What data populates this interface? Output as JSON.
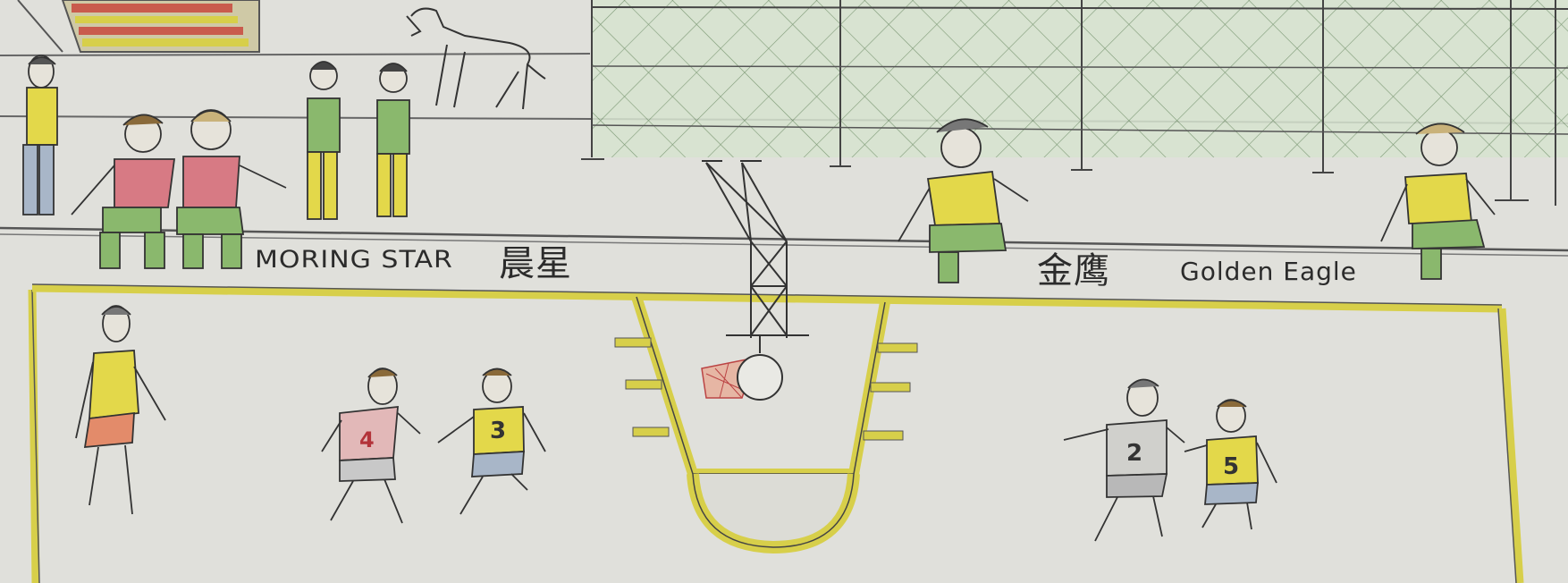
{
  "teams": {
    "home": {
      "name_en": "MORING STAR",
      "name_cn": "晨星"
    },
    "away": {
      "name_en": "Golden Eagle",
      "name_cn": "金鹰"
    }
  },
  "players": {
    "p4": "4",
    "p3": "3",
    "p2": "2",
    "p5": "5"
  },
  "colors": {
    "paper": "#dcdcd6",
    "court_line": "#d7cf4a",
    "pencil": "#3a3a3a",
    "fence_green": "#8fbf7f",
    "jersey_yellow": "#e3d84a",
    "jersey_pink": "#d77a84",
    "pants_green": "#8ab86d"
  }
}
